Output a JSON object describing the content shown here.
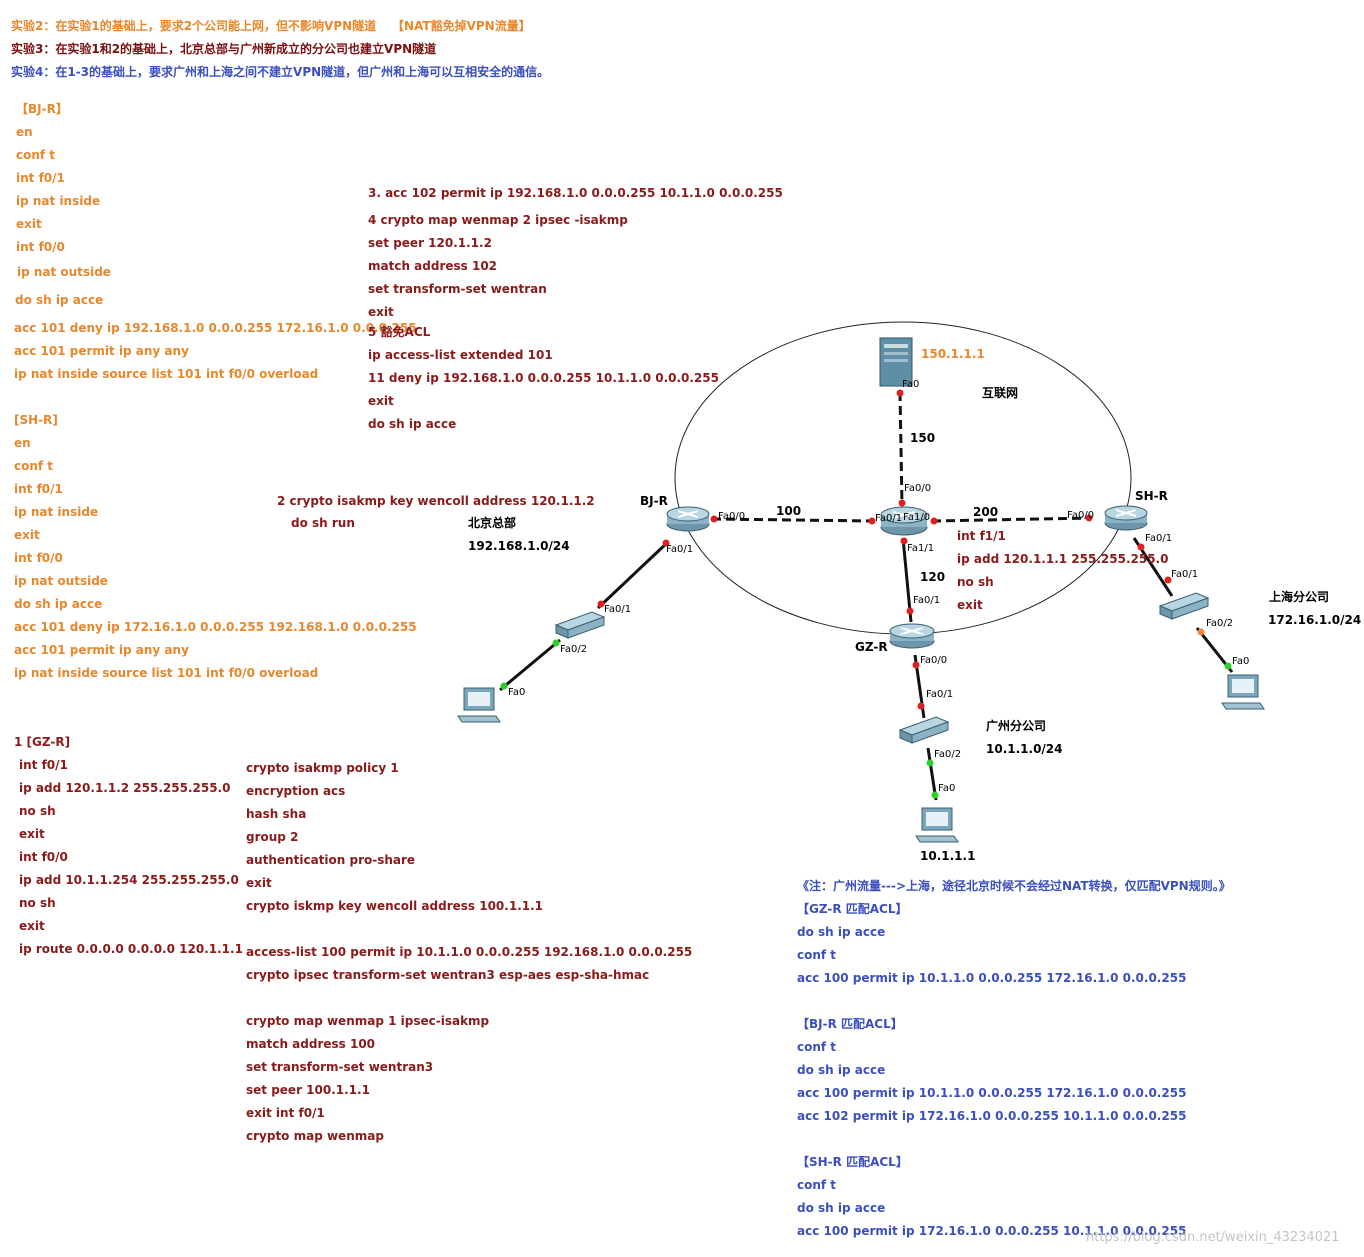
{
  "header": {
    "exp2": "实验2：在实验1的基础上，要求2个公司能上网，但不影响VPN隧道",
    "exp2_tag": "【NAT豁免掉VPN流量】",
    "exp3": "实验3：在实验1和2的基础上，北京总部与广州新成立的分公司也建立VPN隧道",
    "exp4": "实验4：在1-3的基础上，要求广州和上海之间不建立VPN隧道，但广州和上海可以互相安全的通信。"
  },
  "bj_config": [
    "【BJ-R】",
    "en",
    "conf t",
    "int f0/1",
    "ip nat inside",
    "exit",
    "int f0/0",
    "ip nat outside",
    "do sh ip acce",
    "acc 101 deny ip 192.168.1.0 0.0.0.255 172.16.1.0 0.0.0.255",
    "acc 101 permit ip any any",
    "ip nat inside source list 101 int f0/0 overload"
  ],
  "sh_config": [
    "[SH-R]",
    "en",
    "conf t",
    "int f0/1",
    "ip nat inside",
    "exit",
    "int f0/0",
    "ip nat outside",
    "do sh ip acce",
    "acc 101 deny ip 172.16.1.0 0.0.0.255 192.168.1.0 0.0.0.255",
    "acc 101 permit ip any any",
    "ip nat inside source list 101 int f0/0 overload"
  ],
  "mid_config": [
    "3. acc 102 permit ip 192.168.1.0 0.0.0.255 10.1.1.0 0.0.0.255",
    "4 crypto map wenmap 2 ipsec -isakmp",
    "set peer 120.1.1.2",
    "match address 102",
    "set transform-set wentran",
    "exit",
    "5 豁免ACL",
    "ip access-list extended 101",
    "11 deny ip 192.168.1.0 0.0.0.255 10.1.1.0 0.0.0.255",
    "exit",
    "do sh ip acce"
  ],
  "isakmp_key": [
    "2  crypto isakmp key wencoll address 120.1.1.2",
    "do sh run"
  ],
  "gz_config": [
    "1 [GZ-R]",
    "int f0/1",
    "ip add 120.1.1.2 255.255.255.0",
    "no sh",
    "exit",
    "int f0/0",
    "ip add 10.1.1.254 255.255.255.0",
    "no sh",
    "exit",
    "ip route 0.0.0.0 0.0.0.0 120.1.1.1"
  ],
  "crypto_config": [
    "crypto isakmp policy 1",
    "encryption acs",
    "hash sha",
    "group 2",
    "authentication pro-share",
    "exit",
    "crypto iskmp key wencoll address 100.1.1.1",
    "",
    "access-list 100 permit ip 10.1.1.0 0.0.0.255 192.168.1.0 0.0.0.255",
    "crypto ipsec transform-set wentran3 esp-aes esp-sha-hmac",
    "",
    "crypto map wenmap 1 ipsec-isakmp",
    "match address 100",
    "set transform-set wentran3",
    "set peer 100.1.1.1",
    "exit int f0/1",
    "crypto map wenmap"
  ],
  "center_config": [
    "int f1/1",
    "ip add 120.1.1.1 255.255.255.0",
    "no sh",
    "exit"
  ],
  "note": "《注：广州流量--->上海，途径北京时候不会经过NAT转换，仅匹配VPN规则。》",
  "right_config": [
    "【GZ-R 匹配ACL】",
    "do sh ip acce",
    "conf t",
    "acc 100 permit ip 10.1.1.0 0.0.0.255 172.16.1.0 0.0.0.255",
    "",
    "【BJ-R 匹配ACL】",
    "conf t",
    "do sh ip acce",
    "acc 100 permit ip 10.1.1.0 0.0.0.255 172.16.1.0 0.0.0.255",
    "acc 102 permit ip 172.16.1.0 0.0.0.255 10.1.1.0 0.0.0.255",
    "",
    "【SH-R 匹配ACL】",
    "conf t",
    "do sh ip acce",
    "acc 100 permit ip 172.16.1.0 0.0.0.255 10.1.1.0 0.0.0.255"
  ],
  "topology": {
    "server_ip": "150.1.1.1",
    "internet": "互联网",
    "link_server": "150",
    "link_bj": "100",
    "link_sh": "200",
    "link_gz": "120",
    "bj_router": "BJ-R",
    "sh_router": "SH-R",
    "gz_router": "GZ-R",
    "bj_site": "北京总部",
    "bj_net": "192.168.1.0/24",
    "sh_site": "上海分公司",
    "sh_net": "172.16.1.0/24",
    "gz_site": "广州分公司",
    "gz_net": "10.1.1.0/24",
    "gz_pc_ip": "10.1.1.1",
    "ports": {
      "server_fa0": "Fa0",
      "core_fa00": "Fa0/0",
      "core_fa01": "Fa0/1",
      "core_fa10": "Fa1/0",
      "core_fa11": "Fa1/1",
      "bj_fa00": "Fa0/0",
      "bj_fa01": "Fa0/1",
      "bjsw_fa01": "Fa0/1",
      "bjsw_fa02": "Fa0/2",
      "bjpc_fa0": "Fa0",
      "sh_fa00": "Fa0/0",
      "sh_fa01": "Fa0/1",
      "shsw_fa01": "Fa0/1",
      "shsw_fa02": "Fa0/2",
      "shpc_fa0": "Fa0",
      "gz_fa01": "Fa0/1",
      "gz_fa00": "Fa0/0",
      "gzsw_fa01": "Fa0/1",
      "gzsw_fa02": "Fa0/2",
      "gzpc_fa0": "Fa0"
    }
  },
  "watermark": "https://blog.csdn.net/weixin_43234021"
}
